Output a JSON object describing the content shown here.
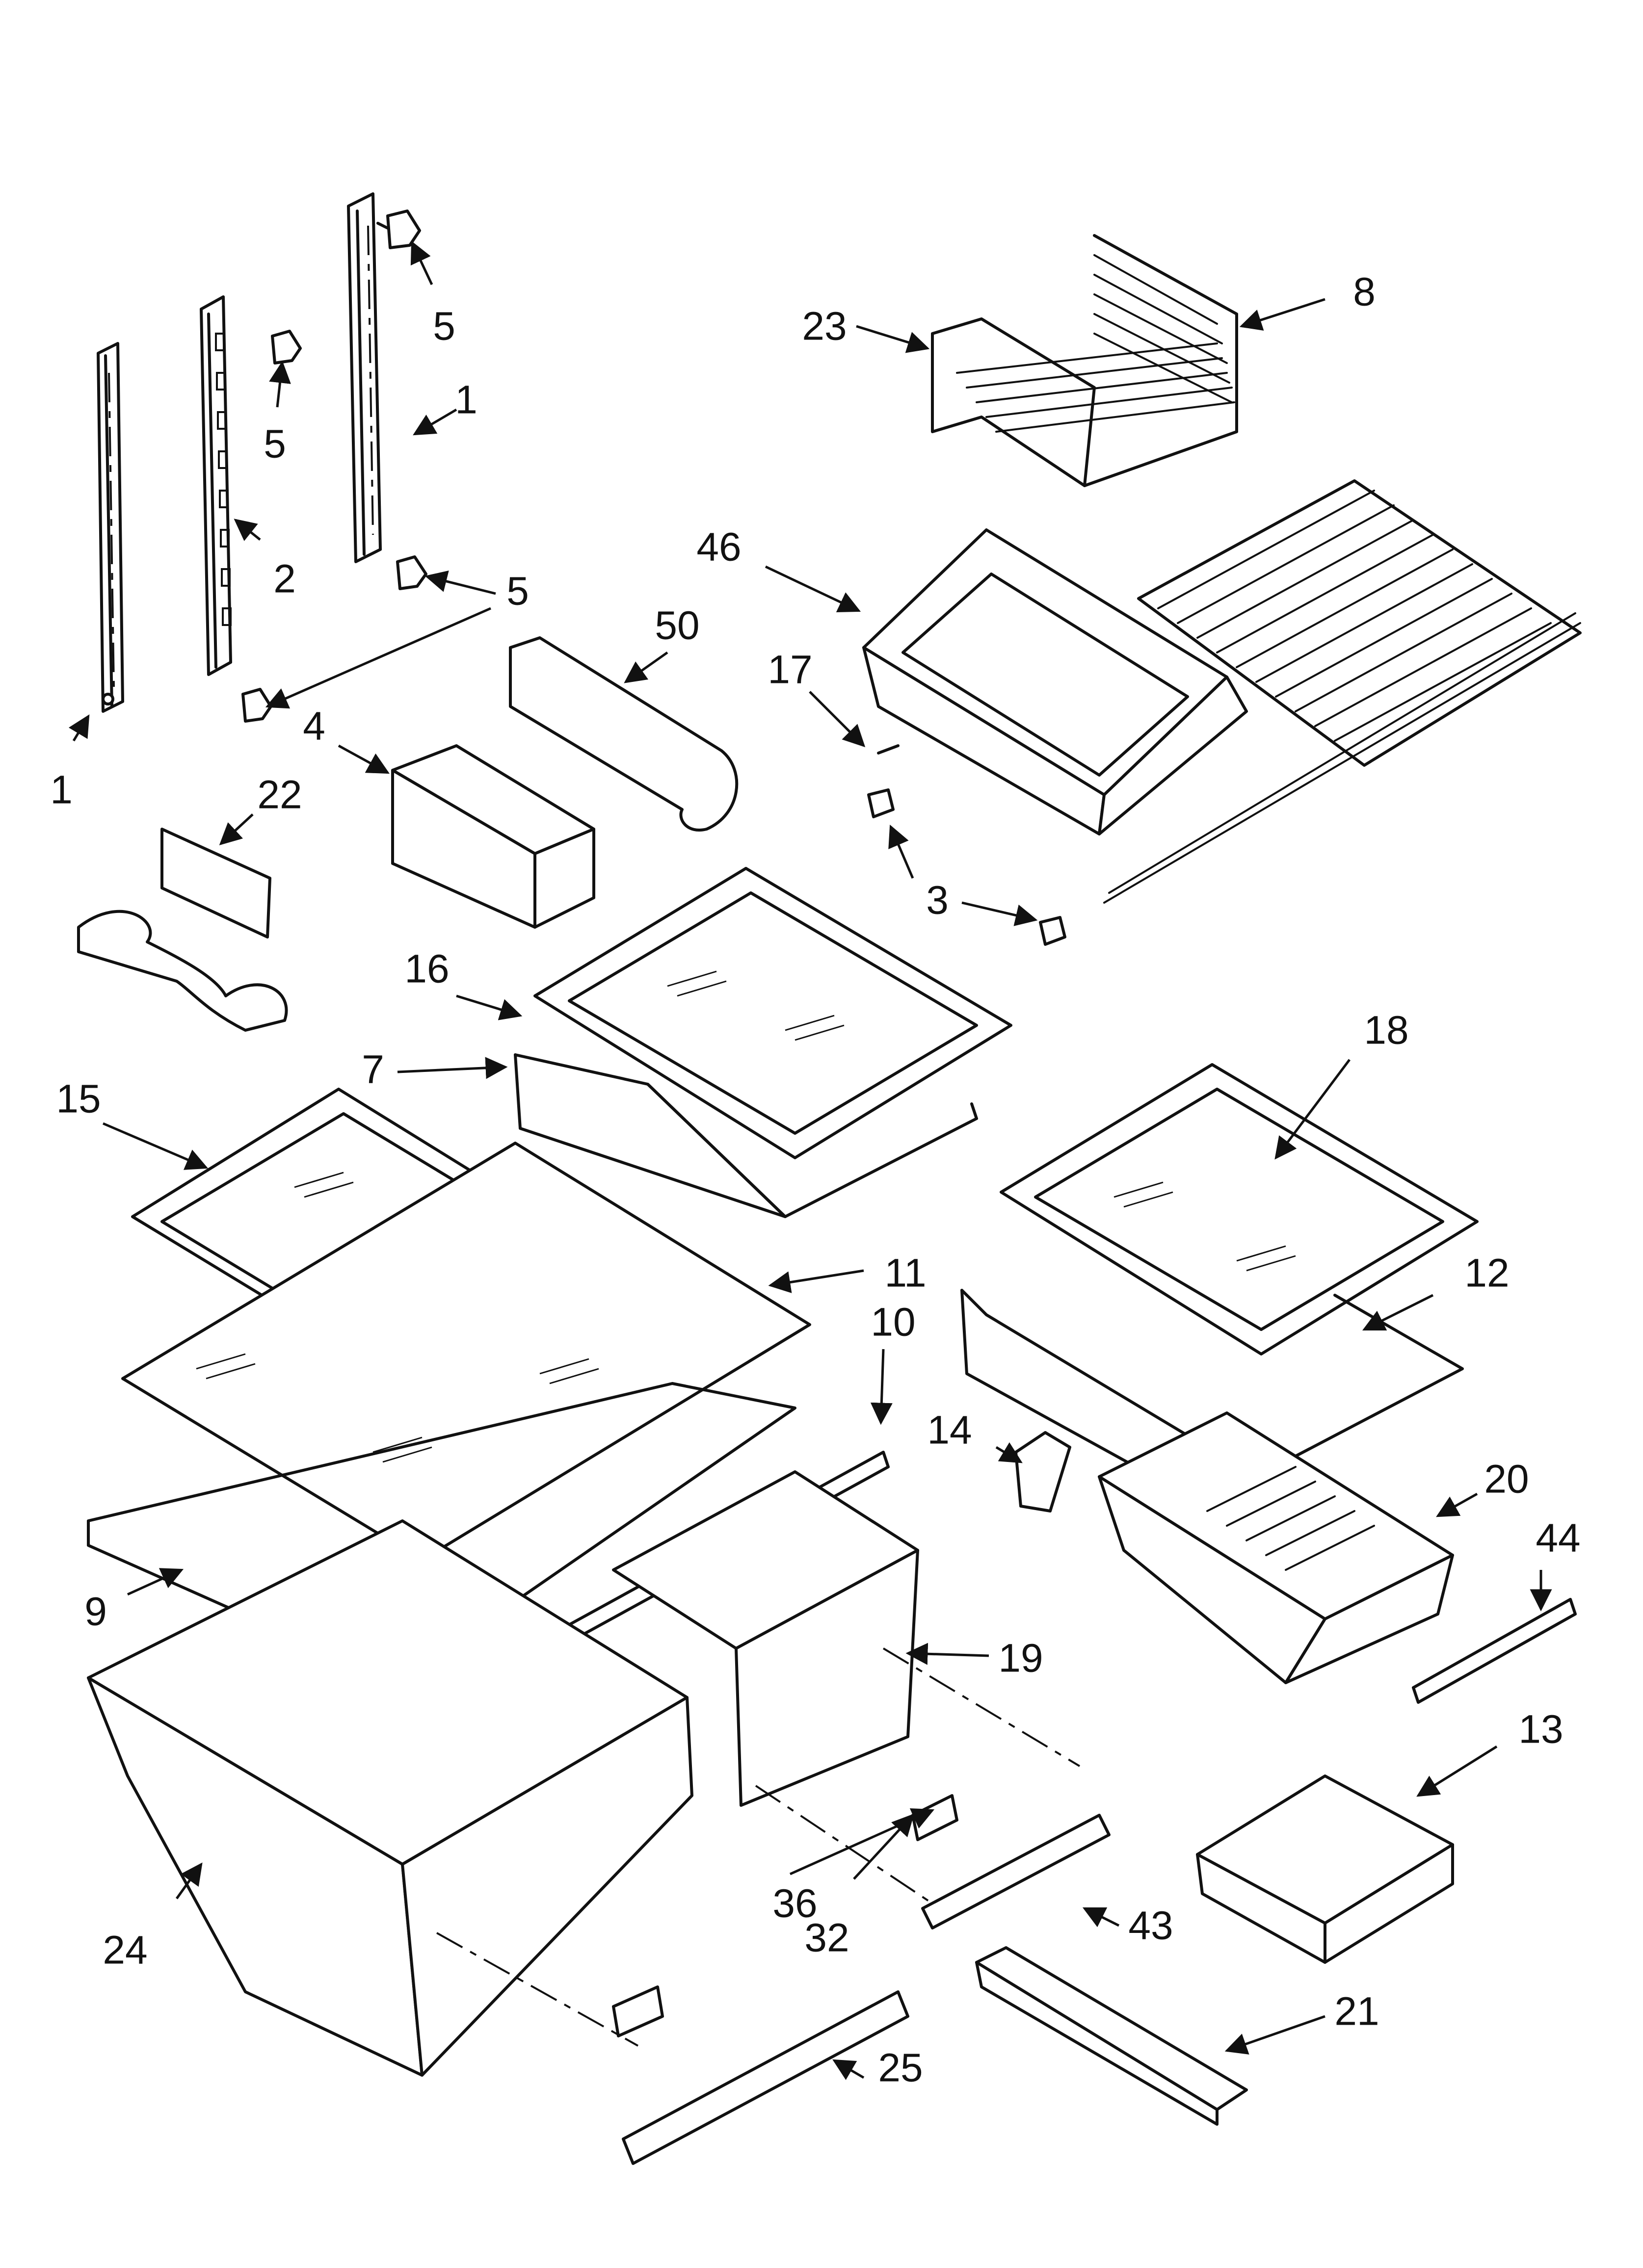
{
  "diagram": {
    "callouts": [
      {
        "id": "c1a",
        "text": "1"
      },
      {
        "id": "c1b",
        "text": "1"
      },
      {
        "id": "c2",
        "text": "2"
      },
      {
        "id": "c3",
        "text": "3"
      },
      {
        "id": "c4",
        "text": "4"
      },
      {
        "id": "c5a",
        "text": "5"
      },
      {
        "id": "c5b",
        "text": "5"
      },
      {
        "id": "c5c",
        "text": "5"
      },
      {
        "id": "c7",
        "text": "7"
      },
      {
        "id": "c8",
        "text": "8"
      },
      {
        "id": "c9",
        "text": "9"
      },
      {
        "id": "c10",
        "text": "10"
      },
      {
        "id": "c11",
        "text": "11"
      },
      {
        "id": "c12",
        "text": "12"
      },
      {
        "id": "c13",
        "text": "13"
      },
      {
        "id": "c14",
        "text": "14"
      },
      {
        "id": "c15",
        "text": "15"
      },
      {
        "id": "c16",
        "text": "16"
      },
      {
        "id": "c17",
        "text": "17"
      },
      {
        "id": "c18",
        "text": "18"
      },
      {
        "id": "c19",
        "text": "19"
      },
      {
        "id": "c20",
        "text": "20"
      },
      {
        "id": "c21",
        "text": "21"
      },
      {
        "id": "c22",
        "text": "22"
      },
      {
        "id": "c23",
        "text": "23"
      },
      {
        "id": "c24",
        "text": "24"
      },
      {
        "id": "c25",
        "text": "25"
      },
      {
        "id": "c32",
        "text": "32"
      },
      {
        "id": "c36",
        "text": "36"
      },
      {
        "id": "c43",
        "text": "43"
      },
      {
        "id": "c44",
        "text": "44"
      },
      {
        "id": "c46",
        "text": "46"
      },
      {
        "id": "c50",
        "text": "50"
      }
    ]
  }
}
